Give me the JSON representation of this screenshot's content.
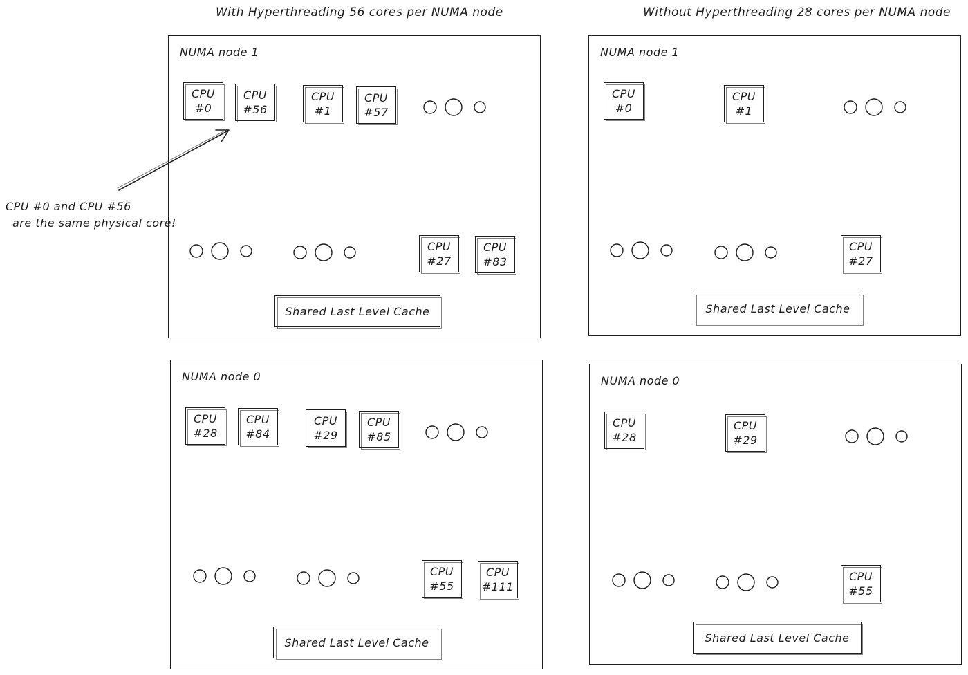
{
  "titles": {
    "left": "With Hyperthreading 56 cores per NUMA node",
    "right": "Without Hyperthreading 28 cores per NUMA node"
  },
  "annotation": {
    "line1": "CPU #0 and CPU #56",
    "line2": "are the same physical core!"
  },
  "cache_label": "Shared Last Level Cache",
  "cpu_word": "CPU",
  "ellipsis_icon": "three-circles-ellipsis",
  "nodes": {
    "ht_node1": {
      "label": "NUMA node 1",
      "top": [
        "#0",
        "#56",
        "#1",
        "#57"
      ],
      "bottom": [
        "#27",
        "#83"
      ]
    },
    "ht_node0": {
      "label": "NUMA node 0",
      "top": [
        "#28",
        "#84",
        "#29",
        "#85"
      ],
      "bottom": [
        "#55",
        "#111"
      ]
    },
    "noht_node1": {
      "label": "NUMA node 1",
      "top": [
        "#0",
        "#1"
      ],
      "bottom": [
        "#27"
      ]
    },
    "noht_node0": {
      "label": "NUMA node 0",
      "top": [
        "#28",
        "#29"
      ],
      "bottom": [
        "#55"
      ]
    }
  }
}
